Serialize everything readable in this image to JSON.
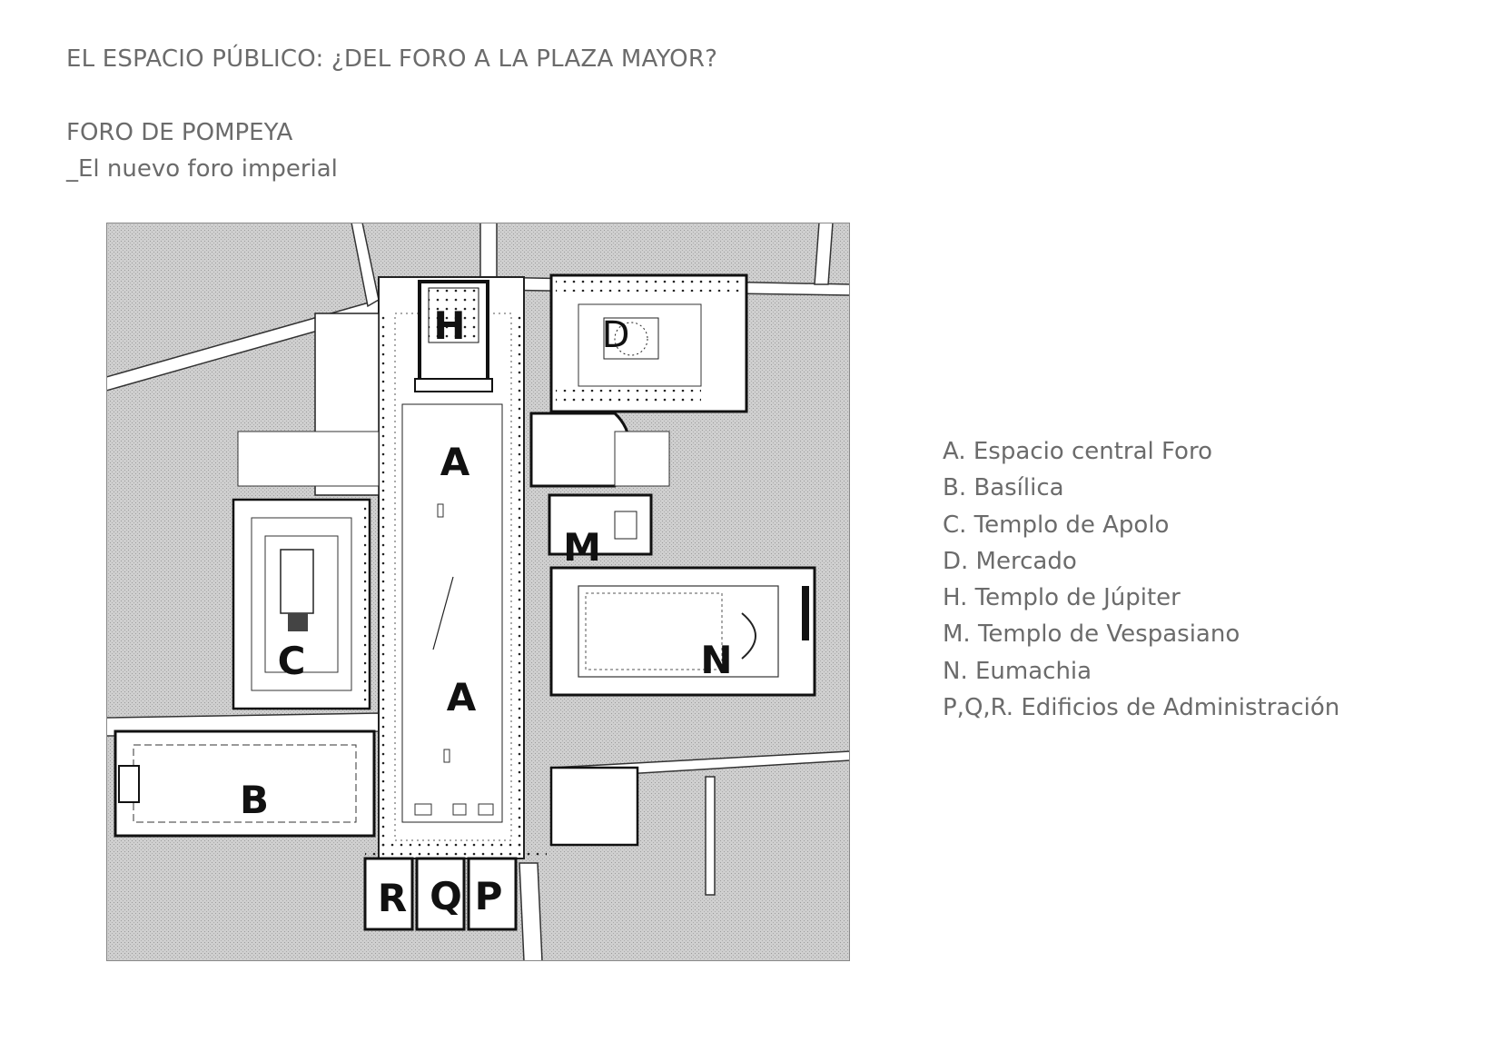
{
  "header": {
    "title": "EL ESPACIO PÚBLICO: ¿DEL FORO A LA PLAZA MAYOR?",
    "subtitle_line1": "FORO DE POMPEYA",
    "subtitle_line2": "_El nuevo foro imperial"
  },
  "map": {
    "labels": {
      "h": "H",
      "d": "D",
      "a_top": "A",
      "a_bottom": "A",
      "m": "M",
      "c": "C",
      "n": "N",
      "b": "B",
      "r": "R",
      "q": "Q",
      "p": "P"
    },
    "colors": {
      "paper": "#ffffff",
      "block_fill": "#c9c9c9",
      "wall": "#1a1a1a",
      "label": "#111111"
    }
  },
  "legend": [
    "A. Espacio central Foro",
    "B. Basílica",
    "C. Templo de Apolo",
    "D. Mercado",
    "H. Templo de Júpiter",
    "M. Templo de Vespasiano",
    "N. Eumachia",
    "P,Q,R. Edificios de Administración"
  ]
}
